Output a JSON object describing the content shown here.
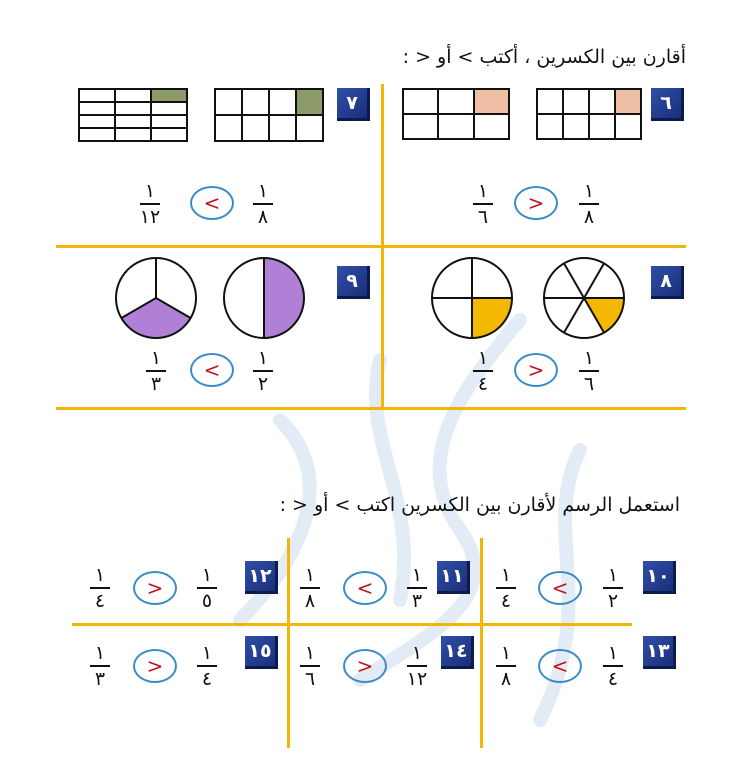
{
  "section1": {
    "instruction": "أقارن بين الكسرين ، أكتب  >  أو  < :",
    "problems": [
      {
        "number": "٦",
        "left": {
          "num": "١",
          "den": "٦"
        },
        "answer": ">",
        "right": {
          "num": "١",
          "den": "٨"
        }
      },
      {
        "number": "٧",
        "left": {
          "num": "١",
          "den": "١٢"
        },
        "answer": "<",
        "right": {
          "num": "١",
          "den": "٨"
        }
      },
      {
        "number": "٨",
        "left": {
          "num": "١",
          "den": "٤"
        },
        "answer": ">",
        "right": {
          "num": "١",
          "den": "٦"
        }
      },
      {
        "number": "٩",
        "left": {
          "num": "١",
          "den": "٣"
        },
        "answer": "<",
        "right": {
          "num": "١",
          "den": "٢"
        }
      }
    ]
  },
  "section2": {
    "instruction": "استعمل الرسم لأقارن بين الكسرين اكتب > أو < :",
    "problems": [
      {
        "number": "١٠",
        "left": {
          "num": "١",
          "den": "٤"
        },
        "answer": "<",
        "right": {
          "num": "١",
          "den": "٢"
        }
      },
      {
        "number": "١١",
        "left": {
          "num": "١",
          "den": "٨"
        },
        "answer": "<",
        "right": {
          "num": "١",
          "den": "٣"
        }
      },
      {
        "number": "١٢",
        "left": {
          "num": "١",
          "den": "٤"
        },
        "answer": ">",
        "right": {
          "num": "١",
          "den": "٥"
        }
      },
      {
        "number": "١٣",
        "left": {
          "num": "١",
          "den": "٨"
        },
        "answer": "<",
        "right": {
          "num": "١",
          "den": "٤"
        }
      },
      {
        "number": "١٤",
        "left": {
          "num": "١",
          "den": "٦"
        },
        "answer": ">",
        "right": {
          "num": "١",
          "den": "١٢"
        }
      },
      {
        "number": "١٥",
        "left": {
          "num": "١",
          "den": "٣"
        },
        "answer": ">",
        "right": {
          "num": "١",
          "den": "٤"
        }
      }
    ]
  },
  "colors": {
    "divider": "#f2b705",
    "badge": "#1f3a8f",
    "answer_circle": "#3a8cc7",
    "answer_symbol": "#c0141d",
    "shade_peach": "#efbfa6",
    "shade_olive": "#8c9a6a",
    "shade_purple": "#b07fd6",
    "shade_yellow": "#f5b800"
  }
}
